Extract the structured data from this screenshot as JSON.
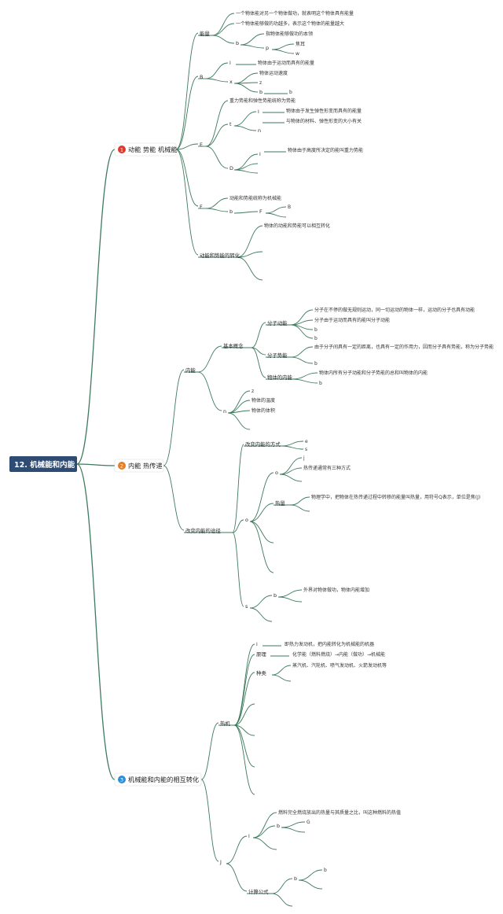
{
  "colors": {
    "root_bg": "#2e4b73",
    "line": "#3d7a5e",
    "badge_1": "#e0392b",
    "badge_2": "#e67e22",
    "badge_3": "#2c8fd6"
  },
  "root": {
    "title": "12. 机械能和内能"
  },
  "b1": {
    "badge": "1",
    "title": "动能 势能 机械能",
    "energy": {
      "label": "能量",
      "d1": "一个物体能对另一个物体做功，就表明这个物体具有能量",
      "d2": "一个物体能够做的功越多，表示这个物体的能量越大",
      "b": "b",
      "b_c1": "指物体能够做功的本领",
      "p": "p",
      "p_c1": "焦耳",
      "p_c2": "w"
    },
    "B": {
      "label": "B",
      "l": "l",
      "l_desc": "物体由于运动而具有的能量",
      "x": "x",
      "x_c1": "物体运动速度",
      "x_c2": "z",
      "b": "b",
      "b_c": "b"
    },
    "E": {
      "label": "E",
      "desc": "重力势能和弹性势能统称为势能",
      "t": "t",
      "t_l": "l",
      "t_l_desc": "物体由于发生弹性形变而具有的能量",
      "t_n": "n",
      "t_n_desc": "与物体的材料、弹性形变的大小有关",
      "D": "D",
      "D_l": "l",
      "D_l_desc": "物体由于高度所决定的能叫重力势能"
    },
    "F": {
      "label": "F",
      "desc": "动能和势能统称为机械能",
      "b": "b",
      "F2": "F",
      "B2": "B"
    },
    "conv": {
      "label": "动能和势能的转化",
      "c1": "物体的动能和势能可以相互转化"
    }
  },
  "b2": {
    "badge": "2",
    "title": "内能 热传递",
    "nn": {
      "label": "内能",
      "basic": "基本概念",
      "mk": "分子动能",
      "mk_1": "分子在不停的做无规则运动，同一切运动的物体一样，运动的分子也具有动能",
      "mk_2": "分子由于运动而具有的能叫分子动能",
      "mk_3": "b",
      "mk_4": "b",
      "mp": "分子势能",
      "mp_1": "由于分子间具有一定的距离，也具有一定的作用力，因而分子具有势能，称为分子势能",
      "mp_2": "b",
      "on": "物体的内能",
      "on_1": "物体内所有分子动能和分子势能的总和叫物体的内能",
      "on_2": "b",
      "n": "n",
      "n_1": "z",
      "n_2": "物体的温度",
      "n_3": "物体的体积"
    },
    "ch": {
      "label": "改变内能的途径",
      "way": "改变内能的方式",
      "way_1": "e",
      "way_2": "s",
      "o": "o",
      "o2": "o",
      "o2_1": "j",
      "o2_2": "热传递通常有三种方式",
      "heat": "热量",
      "heat_1": "物理学中，把物体在热传递过程中转移的能量叫热量，用符号Q表示，单位是焦(J)",
      "s": "s",
      "s_b": "b",
      "s_b_1": "外界对物体做功，物体内能增加"
    }
  },
  "b3": {
    "badge": "3",
    "title": "机械能和内能的相互转化",
    "he": {
      "label": "热机",
      "i": "i",
      "i_1": "即热力发动机，把内能转化为机械能的机器",
      "pr": "原理",
      "pr_1": "化学能（燃料燃烧）→内能（做功）→机械能",
      "kinds": "种类",
      "kinds_1": "蒸汽机、汽轮机、喷气发动机、火箭发动机等"
    },
    "J": {
      "label": "J",
      "l": "l",
      "l_1": "燃料完全燃烧放出的热量与其质量之比，叫这种燃料的热值",
      "l_b": "b",
      "l_b_1": "G",
      "calc": "计算公式",
      "calc_b": "b",
      "calc_b_1": "b"
    }
  }
}
